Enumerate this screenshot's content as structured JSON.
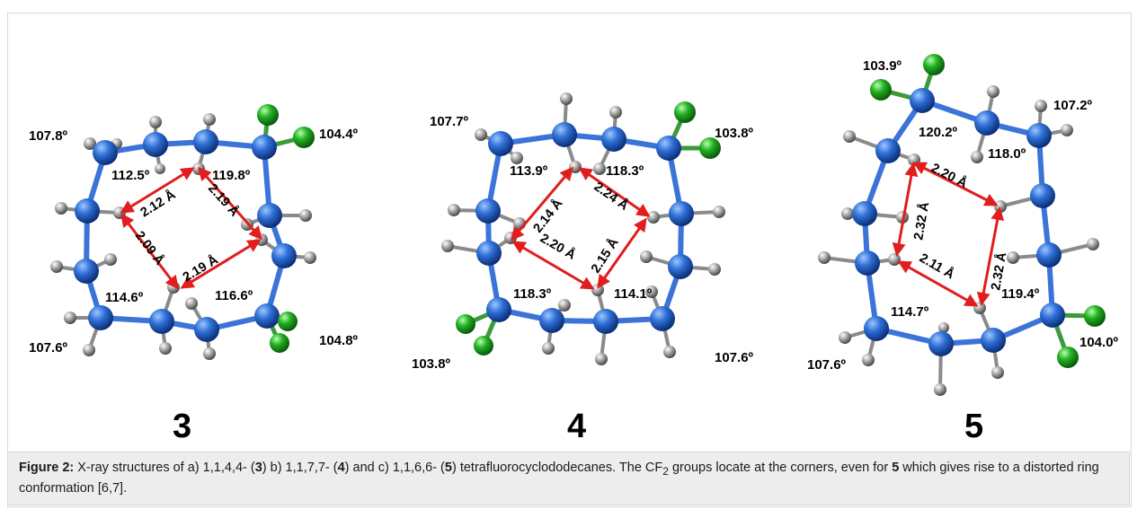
{
  "colors": {
    "carbon": "#2f6fd6",
    "bond": "#3b73d8",
    "hydrogen": "#9a9a9a",
    "fluorine": "#22b022",
    "arrow": "#e11d1d"
  },
  "panels": [
    {
      "id": "3",
      "label": "3",
      "angles": [
        "107.8º",
        "112.5º",
        "119.8º",
        "104.4º",
        "114.6º",
        "116.6º",
        "107.6º",
        "104.8º"
      ],
      "distances": [
        "2.12 Å",
        "2.19 Å",
        "2.09 Å",
        "2.19 Å"
      ]
    },
    {
      "id": "4",
      "label": "4",
      "angles": [
        "107.7º",
        "103.8º",
        "113.9º",
        "118.3º",
        "118.3º",
        "114.1º",
        "103.8º",
        "107.6º"
      ],
      "distances": [
        "2.14 Å",
        "2.24 Å",
        "2.20 Å",
        "2.15 Å"
      ]
    },
    {
      "id": "5",
      "label": "5",
      "angles": [
        "103.9º",
        "107.2º",
        "120.2º",
        "118.0º",
        "114.7º",
        "119.4º",
        "107.6º",
        "104.0º"
      ],
      "distances": [
        "2.20 Å",
        "2.32 Å",
        "2.32 Å",
        "2.11 Å"
      ]
    }
  ],
  "caption": {
    "prefix": "Figure 2:",
    "t1": " X-ray structures of a) 1,1,4,4- (",
    "b1": "3",
    "t2": ") b) 1,1,7,7- (",
    "b2": "4",
    "t3": ") and c) 1,1,6,6- (",
    "b3": "5",
    "t4": ") tetrafluorocyclododecanes. The CF",
    "sub": "2",
    "t5": " groups locate at the corners, even for ",
    "b4": "5",
    "t6": " which gives rise to a distorted ring conformation [6,7]."
  }
}
